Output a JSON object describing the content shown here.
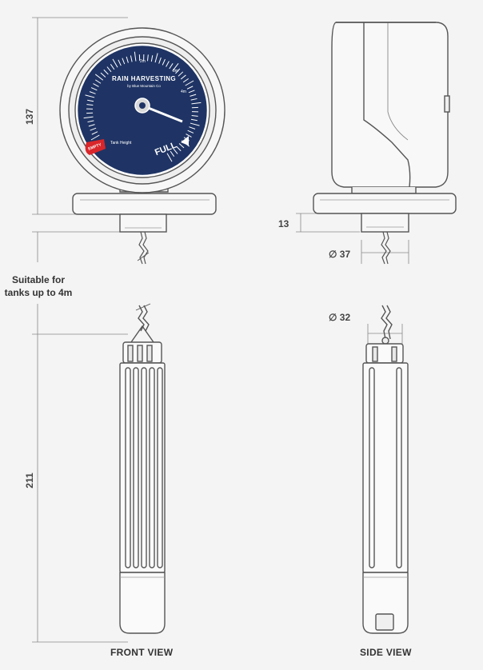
{
  "dimensions": {
    "gauge_height": "137",
    "base_height": "13",
    "base_diameter": "∅ 37",
    "float_diameter": "∅ 32",
    "float_length": "211"
  },
  "note": {
    "line1": "Suitable for",
    "line2": "tanks up to 4m"
  },
  "views": {
    "front": "FRONT VIEW",
    "side": "SIDE VIEW"
  },
  "dial": {
    "title": "RAIN HARVESTING",
    "subtitle": "by Blue Mountain Co",
    "full_label": "FULL",
    "empty_label": "EMPTY",
    "scale_marks": [
      "2m",
      "3m",
      "4m"
    ],
    "tank_height_label": "Tank Height"
  },
  "colors": {
    "dial_face": "#1f3464",
    "empty_badge": "#d8262b",
    "line": "#555555",
    "background": "#f4f4f4"
  }
}
